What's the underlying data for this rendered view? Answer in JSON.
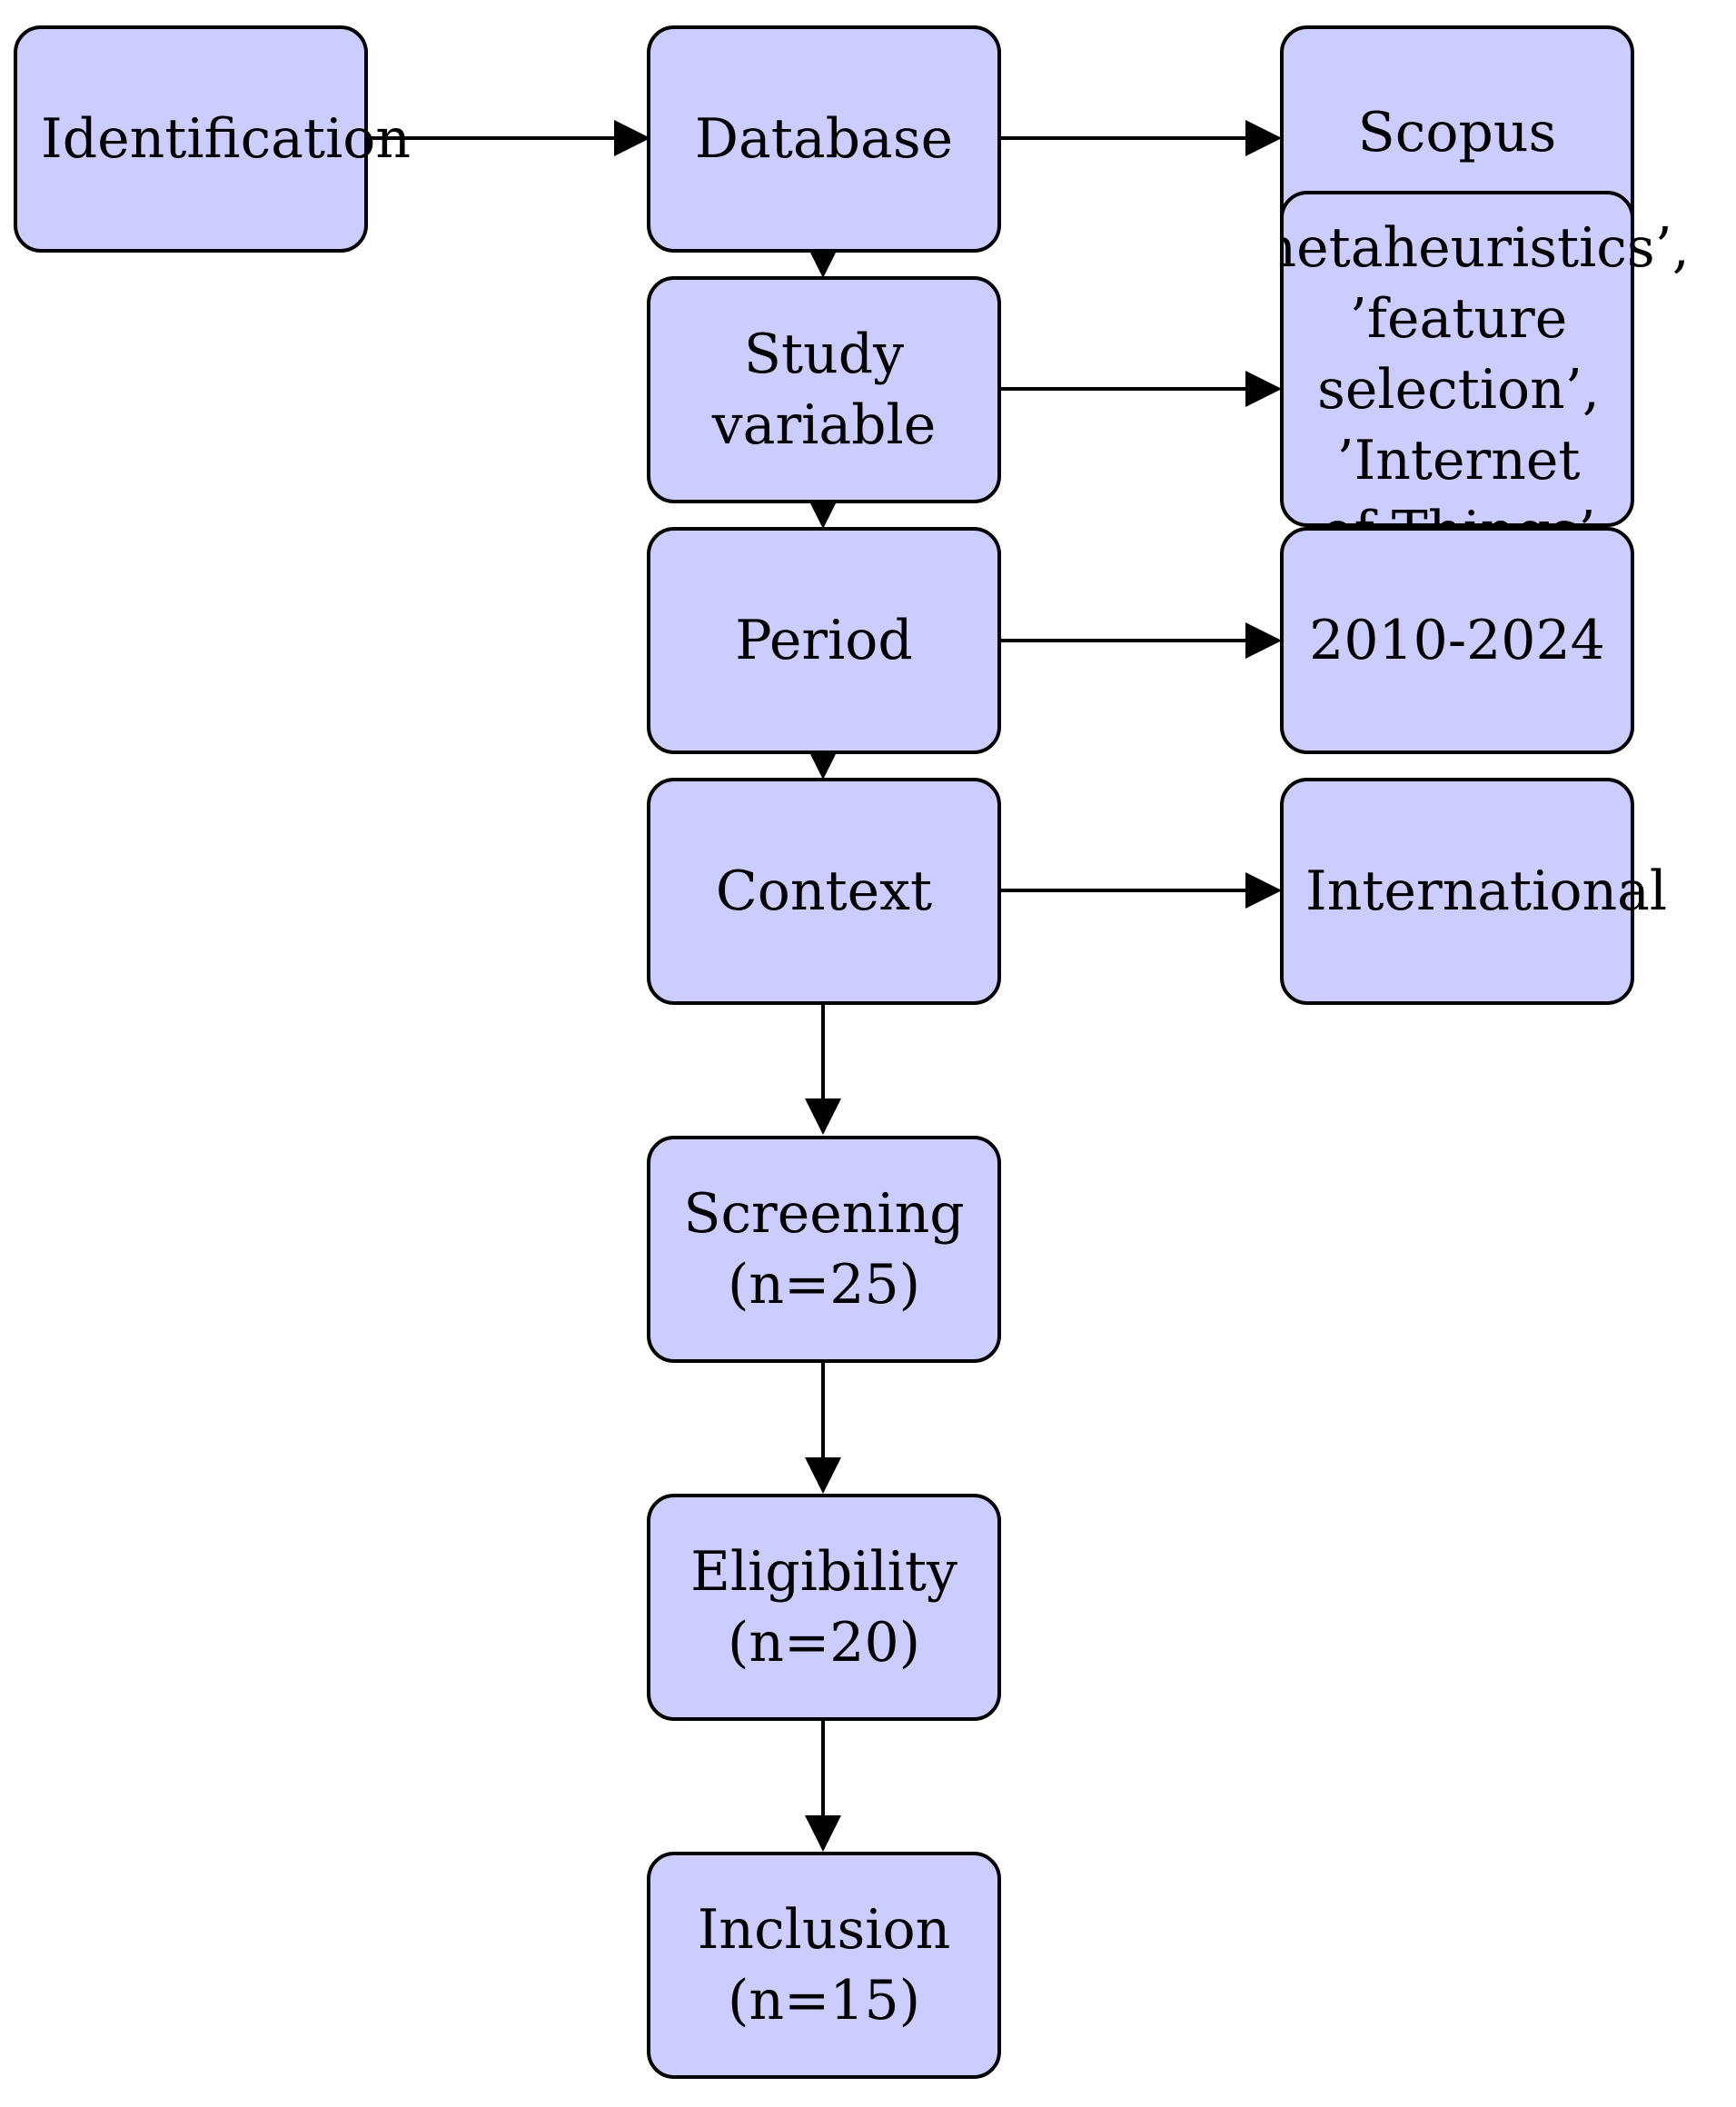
{
  "diagram": {
    "identification": "Identification",
    "database": "Database",
    "study_variable": [
      "Study",
      "variable"
    ],
    "period": "Period",
    "context": "Context",
    "screening": [
      "Screening",
      "(n=25)"
    ],
    "eligibility": [
      "Eligibility",
      "(n=20)"
    ],
    "inclusion": [
      "Inclusion",
      "(n=15)"
    ],
    "scopus": "Scopus",
    "keywords": [
      "’metaheuristics’,",
      "’feature",
      "selection’,",
      "’Internet",
      "of Things’"
    ],
    "years": "2010-2024",
    "international": "International"
  },
  "colors": {
    "box_fill": "#ccccff",
    "border": "#000000"
  }
}
